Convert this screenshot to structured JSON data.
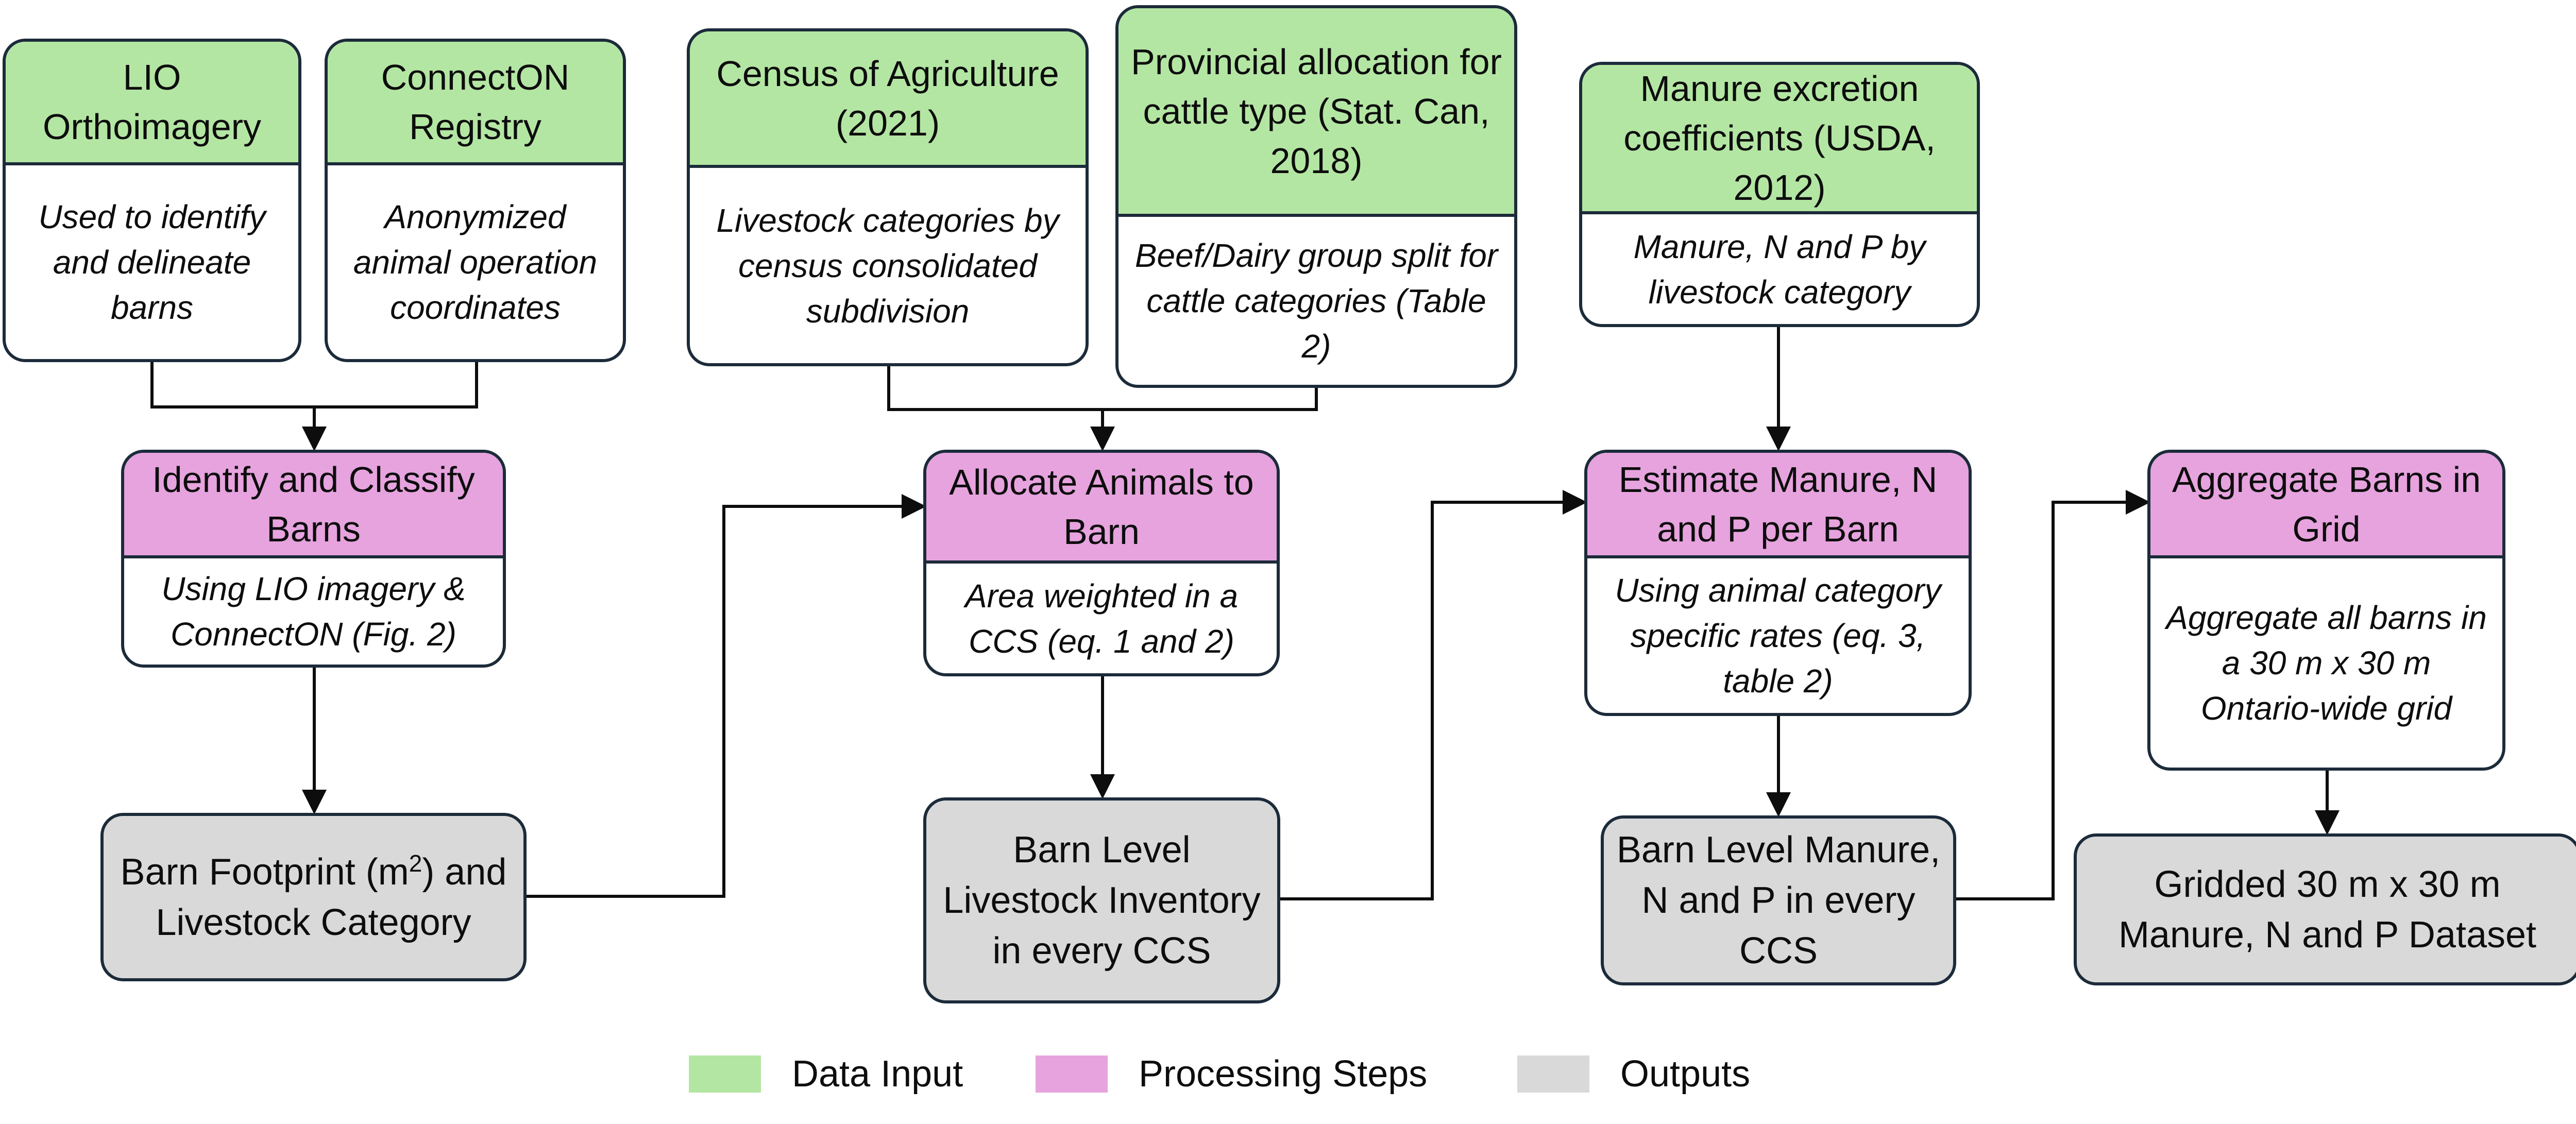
{
  "colors": {
    "input_fill": "#b4e6a3",
    "process_fill": "#e6a3de",
    "output_fill": "#d9d9d9",
    "border": "#1c2b3a",
    "connector": "#0d0d0d"
  },
  "inputs": {
    "lio": {
      "title": "LIO Orthoimagery",
      "body": "Used to identify and delineate barns"
    },
    "connecton": {
      "title": "ConnectON Registry",
      "body": "Anonymized animal operation coordinates"
    },
    "census": {
      "title": "Census of Agriculture (2021)",
      "body": "Livestock categories by census consolidated subdivision"
    },
    "provincial": {
      "title": "Provincial allocation for cattle type (Stat. Can, 2018)",
      "body": "Beef/Dairy group split for cattle categories (Table 2)"
    },
    "manure_coeff": {
      "title": "Manure excretion coefficients (USDA, 2012)",
      "body": "Manure, N and P by livestock category"
    }
  },
  "steps": {
    "identify": {
      "title": "Identify and Classify Barns",
      "body": "Using LIO imagery & ConnectON (Fig. 2)"
    },
    "allocate": {
      "title": "Allocate Animals to Barn",
      "body": "Area weighted in a CCS (eq. 1 and 2)"
    },
    "estimate": {
      "title": "Estimate Manure, N and P per Barn",
      "body": "Using animal category specific rates (eq. 3, table 2)"
    },
    "aggregate": {
      "title": "Aggregate Barns in Grid",
      "body": "Aggregate all barns in a 30 m x 30 m Ontario-wide grid"
    }
  },
  "outputs": {
    "footprint": {
      "text": "Barn Footprint (m",
      "superscript": "2",
      "text_after": ") and Livestock Category"
    },
    "inventory": {
      "text": "Barn Level Livestock Inventory in every CCS"
    },
    "manure": {
      "text": "Barn Level Manure, N and P in every CCS"
    },
    "gridded": {
      "text": "Gridded 30 m x 30 m Manure, N and P Dataset"
    }
  },
  "legend": [
    {
      "label": "Data Input",
      "color": "#b4e6a3"
    },
    {
      "label": "Processing Steps",
      "color": "#e6a3de"
    },
    {
      "label": "Outputs",
      "color": "#d9d9d9"
    }
  ]
}
